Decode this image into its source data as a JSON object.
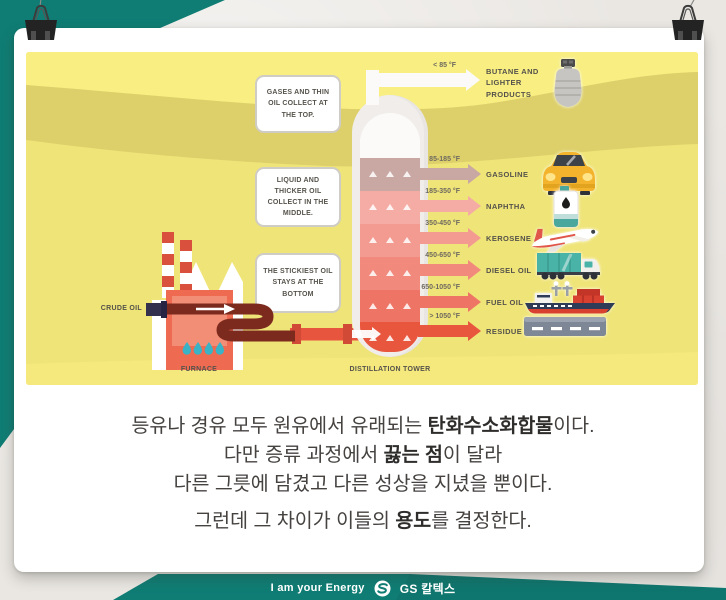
{
  "colors": {
    "brand_teal": "#0f7d74",
    "paper_gray": "#eae7e3",
    "panel_yellow": "#efe478",
    "panel_yellow_bright": "#f8ee82",
    "panel_yellow_dark": "#ddd06b",
    "pipe_red": "#e8553f",
    "tower_gradient": [
      "#c9a7a3",
      "#f4aca5",
      "#f39b91",
      "#f18a7d",
      "#ee7565",
      "#e9563e"
    ]
  },
  "diagram": {
    "notes": [
      {
        "text": "GASES AND THIN OIL COLLECT AT THE TOP."
      },
      {
        "text": "LIQUID AND THICKER OIL COLLECT IN THE MIDDLE."
      },
      {
        "text": "THE STICKIEST OIL STAYS AT THE BOTTOM"
      }
    ],
    "crude_oil_label": "CRUDE OIL",
    "furnace_label": "FURNACE",
    "tower_label": "DISTILLATION TOWER",
    "rows": [
      {
        "temp": "< 85 °F",
        "product": "BUTANE AND LIGHTER PRODUCTS",
        "icon": "gas-canister-icon"
      },
      {
        "temp": "85-185 °F",
        "product": "GASOLINE",
        "icon": "taxi-icon"
      },
      {
        "temp": "185-350 °F",
        "product": "NAPHTHA",
        "icon": "oil-container-icon"
      },
      {
        "temp": "350-450 °F",
        "product": "KEROSENE",
        "icon": "airplane-icon"
      },
      {
        "temp": "450-650 °F",
        "product": "DIESEL OIL",
        "icon": "truck-icon"
      },
      {
        "temp": "650-1050 °F",
        "product": "FUEL OIL",
        "icon": "cargo-ship-icon"
      },
      {
        "temp": "> 1050 °F",
        "product": "RESIDUE",
        "icon": "road-icon"
      }
    ]
  },
  "caption": {
    "lines": [
      {
        "pre": "등유나 경유 모두 원유에서 유래되는 ",
        "bold": "탄화수소화합물",
        "post": "이다."
      },
      {
        "pre": "다만 증류 과정에서 ",
        "bold": "끓는 점",
        "post": "이 달라"
      },
      {
        "pre": "다른 그릇에 담겼고 다른 성상을 지녔을 뿐이다.",
        "bold": "",
        "post": ""
      },
      {
        "pre": "그런데 그 차이가 이들의 ",
        "bold": "용도",
        "post": "를 결정한다."
      }
    ]
  },
  "footer": {
    "slogan": "I am your Energy",
    "brand": "GS 칼텍스"
  }
}
